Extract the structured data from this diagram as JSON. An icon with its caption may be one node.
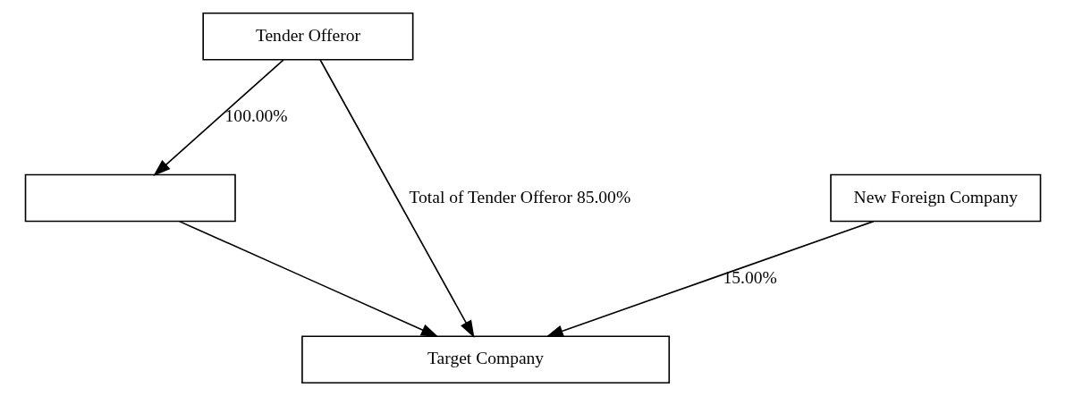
{
  "diagram": {
    "nodes": [
      {
        "text": [
          "Tender Offeror"
        ]
      },
      {
        "text": [],
        "shape": "box"
      },
      {
        "text": [
          "New Foreign Company"
        ]
      },
      {
        "text": [
          "Target Company"
        ]
      }
    ],
    "edges": [
      {
        "from": 0,
        "to": 1,
        "arrow": "to",
        "label": "100.00%"
      },
      {
        "from": 1,
        "to": 3,
        "arrow": "to"
      },
      {
        "from": 0,
        "to": 3,
        "arrow": "to",
        "label": "Total of Tender Offeror 85.00%"
      },
      {
        "from": 2,
        "to": 3,
        "arrow": "to",
        "label": "15.00%"
      }
    ]
  }
}
